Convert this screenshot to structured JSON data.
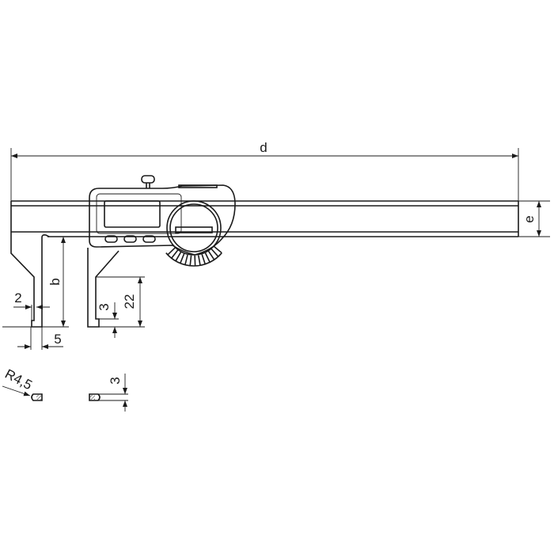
{
  "title": "Digital caliper dimension drawing",
  "dimensions": {
    "d": "d",
    "e": "e",
    "b": "b",
    "jaw_tip_width": "2",
    "jaw_width": "5",
    "jaw_depth": "22",
    "tip_height": "3",
    "radius": "R4,5",
    "section_height": "3"
  },
  "colors": {
    "line": "#1a1a1a",
    "background": "#ffffff"
  }
}
